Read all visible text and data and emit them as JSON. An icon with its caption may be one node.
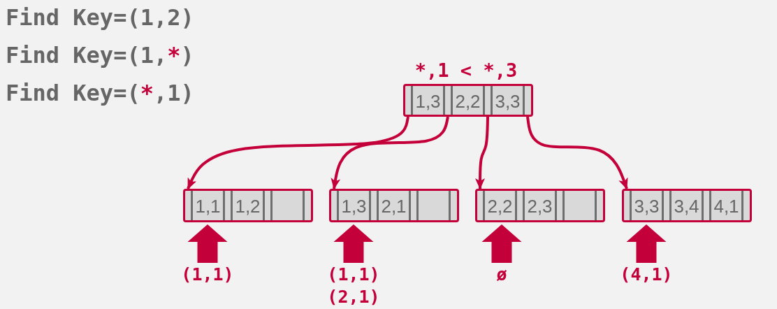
{
  "diagram": {
    "nodes": [
      {
        "text": [],
        "shape": "box",
        "beside": [
          "*,1 < *,3"
        ]
      },
      {
        "text": [
          "1,3"
        ],
        "in": 0
      },
      {
        "text": [
          "2,2"
        ],
        "in": 0
      },
      {
        "text": [
          "3,3"
        ],
        "in": 0
      },
      {
        "text": [],
        "shape": "box"
      },
      {
        "text": [
          "1,1"
        ],
        "in": 4
      },
      {
        "text": [
          "1,2"
        ],
        "in": 4
      },
      {
        "text": [],
        "shape": "box",
        "in": 4
      },
      {
        "text": [],
        "shape": "box"
      },
      {
        "text": [
          "1,3"
        ],
        "in": 8
      },
      {
        "text": [
          "2,1"
        ],
        "in": 8
      },
      {
        "text": [],
        "shape": "box",
        "in": 8
      },
      {
        "text": [],
        "shape": "box"
      },
      {
        "text": [
          "2,2"
        ],
        "in": 12
      },
      {
        "text": [
          "2,3"
        ],
        "in": 12
      },
      {
        "text": [],
        "shape": "box",
        "in": 12
      },
      {
        "text": [],
        "shape": "box"
      },
      {
        "text": [
          "3,3"
        ],
        "in": 16
      },
      {
        "text": [
          "3,4"
        ],
        "in": 16
      },
      {
        "text": [
          "4,1"
        ],
        "in": 16
      },
      {
        "text": [
          "(1,1)"
        ]
      },
      {
        "text": [
          "(1,1)",
          "(2,1)"
        ]
      },
      {
        "text": [
          "ø"
        ]
      },
      {
        "text": [
          "(4,1)"
        ]
      }
    ],
    "edges": [
      {
        "from": 0,
        "to": 4,
        "arrow": "to"
      },
      {
        "from": 0,
        "to": 8,
        "arrow": "to"
      },
      {
        "from": 0,
        "to": 12,
        "arrow": "to"
      },
      {
        "from": 0,
        "to": 16,
        "arrow": "to"
      },
      {
        "from": 20,
        "to": 4,
        "arrow": "to",
        "style": "thick"
      },
      {
        "from": 21,
        "to": 8,
        "arrow": "to",
        "style": "thick"
      },
      {
        "from": 22,
        "to": 12,
        "arrow": "to",
        "style": "thick"
      },
      {
        "from": 23,
        "to": 16,
        "arrow": "to",
        "style": "thick"
      }
    ],
    "labels": [
      "Find Key=(1,2)",
      "Find Key=(1,*****)",
      "Find Key=(*****,1)"
    ]
  }
}
